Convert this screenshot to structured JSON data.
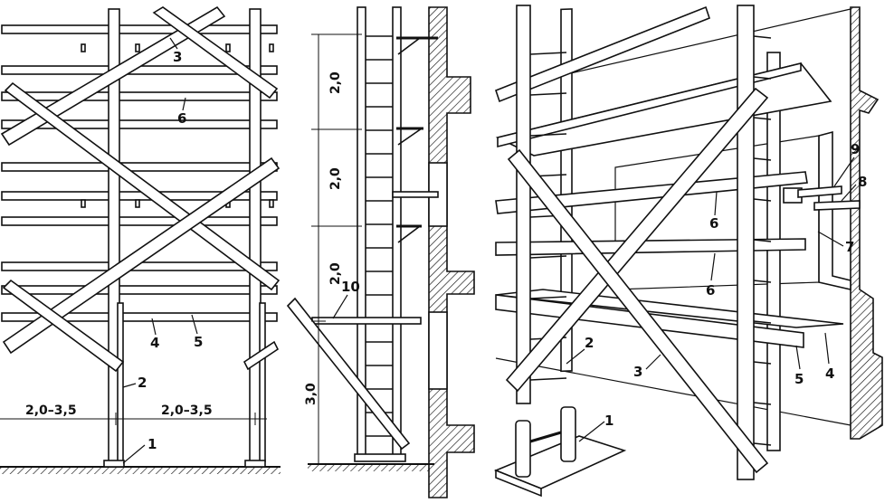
{
  "front_view": {
    "labels": [
      "1",
      "2",
      "3",
      "4",
      "5",
      "6"
    ],
    "span_left": "2,0–3,5",
    "span_right": "2,0–3,5"
  },
  "side_view": {
    "dims": [
      "2,0",
      "2,0",
      "2,0",
      "3,0"
    ],
    "label_10": "10"
  },
  "perspective_view": {
    "labels": [
      "1",
      "2",
      "3",
      "4",
      "5",
      "6",
      "6",
      "7",
      "8",
      "9"
    ]
  },
  "colors": {
    "ink": "#111111",
    "paper": "#ffffff"
  }
}
